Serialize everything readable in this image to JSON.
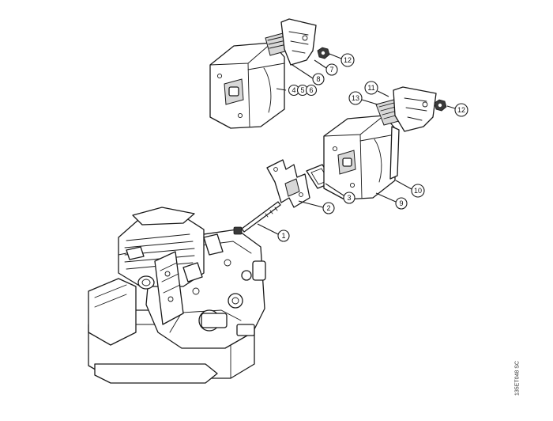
{
  "callouts": [
    {
      "label": "1"
    },
    {
      "label": "2"
    },
    {
      "label": "3"
    },
    {
      "label": "4"
    },
    {
      "label": "5"
    },
    {
      "label": "6"
    },
    {
      "label": "7"
    },
    {
      "label": "8"
    },
    {
      "label": "9"
    },
    {
      "label": "10"
    },
    {
      "label": "11"
    },
    {
      "label": "12"
    },
    {
      "label": "12"
    },
    {
      "label": "13"
    }
  ],
  "reference_code": "135ET048 SC",
  "colors": {
    "line": "#1a1a1a",
    "background": "#ffffff"
  }
}
